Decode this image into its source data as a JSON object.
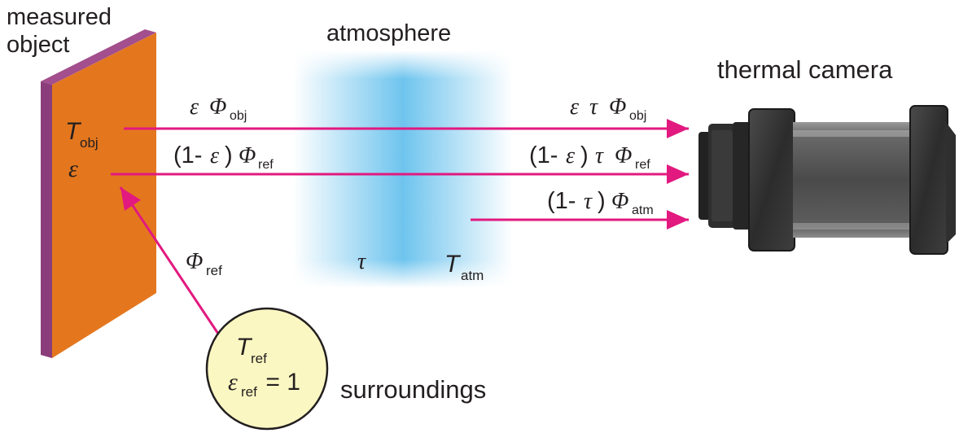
{
  "labels": {
    "measured_object_line1": "measured",
    "measured_object_line2": "object",
    "atmosphere": "atmosphere",
    "thermal_camera": "thermal camera",
    "surroundings": "surroundings"
  },
  "object_symbols": {
    "T": "T",
    "T_sub": "obj",
    "eps": "ε"
  },
  "atmosphere_symbols": {
    "tau": "τ",
    "T": "T",
    "T_sub": "atm"
  },
  "surroundings_symbols": {
    "T": "T",
    "T_sub": "ref",
    "eps": "ε",
    "eps_sub": "ref",
    "eps_value": " = 1"
  },
  "flux_labels": {
    "obj_left": {
      "eps": "ε",
      "phi": "Φ",
      "sub": "obj"
    },
    "ref_left": {
      "prefix": "(1-",
      "eps": "ε",
      "close": ")",
      "phi": "Φ",
      "sub": "ref"
    },
    "obj_right": {
      "eps": "ε",
      "tau": "τ",
      "phi": "Φ",
      "sub": "obj"
    },
    "ref_right": {
      "prefix": "(1-",
      "eps": "ε",
      "close": ")",
      "tau": "τ",
      "phi": "Φ",
      "sub": "ref"
    },
    "atm_right": {
      "prefix": "(1-",
      "tau": "τ",
      "close": ")",
      "phi": "Φ",
      "sub": "atm"
    },
    "ref_incoming": {
      "phi": "Φ",
      "sub": "ref"
    }
  },
  "colors": {
    "object_face": "#e4771e",
    "object_edge": "#8a3d7a",
    "arrow": "#e2197f",
    "atmosphere": "#6ec4ee",
    "surroundings_fill": "#fbf7c2",
    "camera_body": "#3a3a3a"
  }
}
